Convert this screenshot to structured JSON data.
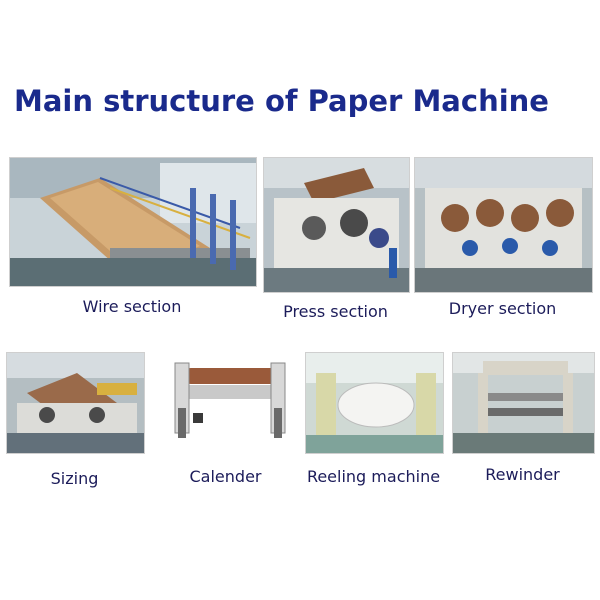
{
  "title": "Main structure of Paper Machine",
  "sections": [
    {
      "caption": "Wire section",
      "icon": "wire-section-photo"
    },
    {
      "caption": "Press section",
      "icon": "press-section-photo"
    },
    {
      "caption": "Dryer section",
      "icon": "dryer-section-photo"
    },
    {
      "caption": "Sizing",
      "icon": "sizing-photo"
    },
    {
      "caption": "Calender",
      "icon": "calender-photo"
    },
    {
      "caption": "Reeling machine",
      "icon": "reeling-machine-photo"
    },
    {
      "caption": "Rewinder",
      "icon": "rewinder-photo"
    }
  ],
  "colors": {
    "title": "#1a2a8c",
    "caption": "#1c1c5a"
  }
}
